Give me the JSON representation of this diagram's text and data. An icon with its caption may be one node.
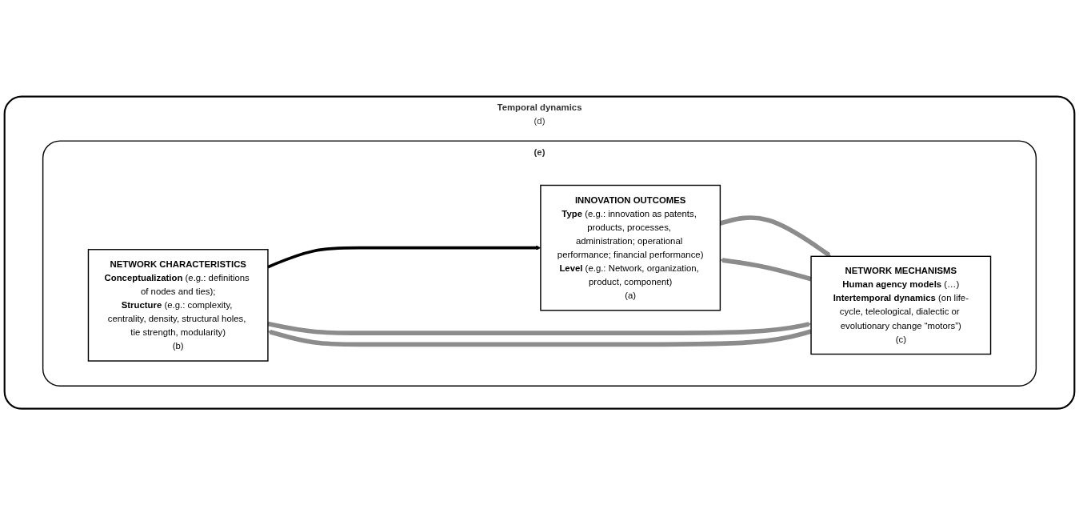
{
  "diagram": {
    "nodes": [
      {
        "text": [
          "Temporal dynamics",
          "(d)"
        ]
      },
      {
        "text": [
          "(e)"
        ],
        "in": 0
      },
      {
        "text": [
          "NETWORK CHARACTERISTICS",
          "**Conceptualization** (e.g.: definitions of nodes and ties);",
          "**Structure** (e.g.: complexity, centrality, density, structural holes, tie strength, modularity)",
          "(b)"
        ],
        "in": 1
      },
      {
        "text": [
          "NETWORK MECHANISMS",
          "**Human agency models** (…)",
          "**Intertemporal dynamics** (on life-cycle, teleological, dialectic or evolutionary change “motors”)",
          "(c)"
        ],
        "in": 1
      },
      {
        "text": [
          "INNOVATION OUTCOMES",
          "**Type** (e.g.: innovation as patents, products, processes, administration; operational performance; financial performance)",
          "**Level** (e.g.: Network, organization, product, component)",
          "(a)"
        ],
        "in": 1
      }
    ],
    "edges": [
      {
        "from": 2,
        "to": 4,
        "arrow": "to",
        "color": "#000000"
      },
      {
        "from": 2,
        "to": 3,
        "arrow": "to"
      },
      {
        "from": 3,
        "to": 2,
        "arrow": "to"
      },
      {
        "from": 3,
        "to": 4,
        "arrow": "to"
      },
      {
        "from": 4,
        "to": 3,
        "arrow": "to"
      }
    ]
  }
}
